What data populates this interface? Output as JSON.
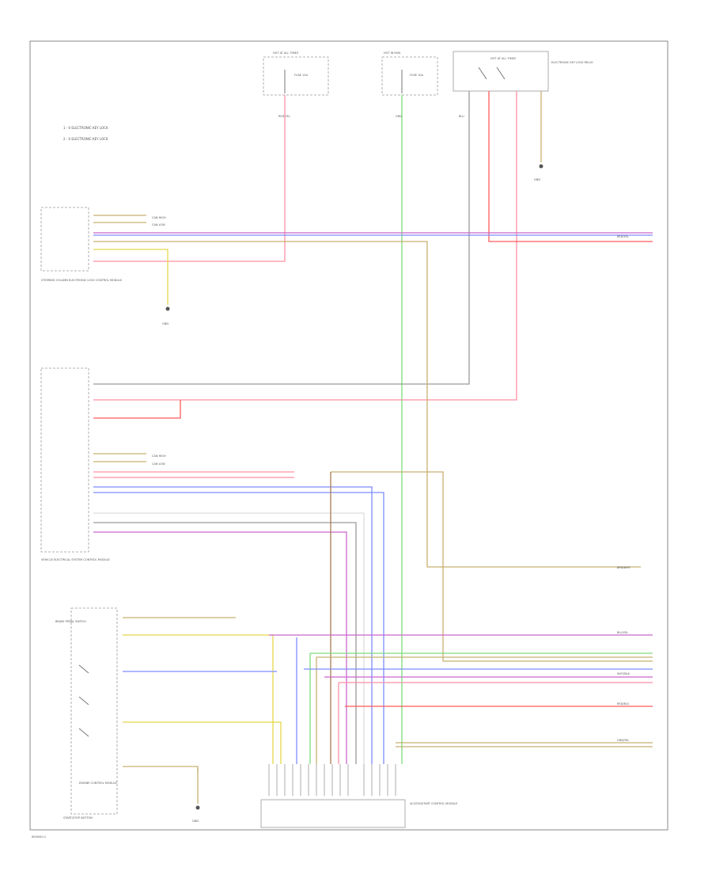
{
  "page": {
    "footer_code": "W00000-1"
  },
  "colors": {
    "pink": "#ff8fa3",
    "red": "#ff5a5a",
    "green": "#7ddc7d",
    "blue": "#7d8cff",
    "violet": "#cc66cc",
    "tan": "#c8b070",
    "yellow": "#e6d84a",
    "orange": "#e8a24a",
    "gray": "#9a9a9a",
    "white": "#dddddd",
    "brown": "#a67c52"
  },
  "legend": [
    "1 - 0 ELECTRONIC KEY LOCK",
    "2 - 0 ELECTRONIC KEY LOCK"
  ],
  "fuses": [
    {
      "id": "fuse-1",
      "header": "HOT AT ALL TIMES",
      "label": "FUSE 15A",
      "wire": "RED/YEL"
    },
    {
      "id": "fuse-2",
      "header": "HOT IN RUN",
      "label": "FUSE 10A",
      "wire": "GRN"
    },
    {
      "id": "fuse-3",
      "header": "HOT AT ALL TIMES",
      "label": "ELECTRONIC KEY LOCK RELAY",
      "wire": "BLU"
    }
  ],
  "components": {
    "steering_lock": "STEERING COLUMN ELECTRONIC LOCK CONTROL MODULE",
    "vehicle_module": "VEHICLE ELECTRICAL SYSTEM CONTROL MODULE",
    "start_button": "START/STOP BUTTON",
    "brake_switch": "BRAKE PEDAL SWITCH",
    "engine_module": "ENGINE CONTROL MODULE",
    "access_module": "ACCESS/START CONTROL MODULE"
  },
  "grounds": [
    {
      "id": "ground-1",
      "label": "GND"
    },
    {
      "id": "ground-2",
      "label": "GND"
    },
    {
      "id": "ground-3",
      "label": "GND"
    }
  ],
  "wire_labels": {
    "can_high": "CAN HIGH",
    "can_low": "CAN LOW",
    "brn_wht": "BRN/WHT",
    "red_yel": "RED/YEL",
    "blu_yel": "BLU/YEL",
    "red_blu": "RED/BLU",
    "grn_yel": "GRN/YEL",
    "wht_blk": "WHT/BLK"
  }
}
